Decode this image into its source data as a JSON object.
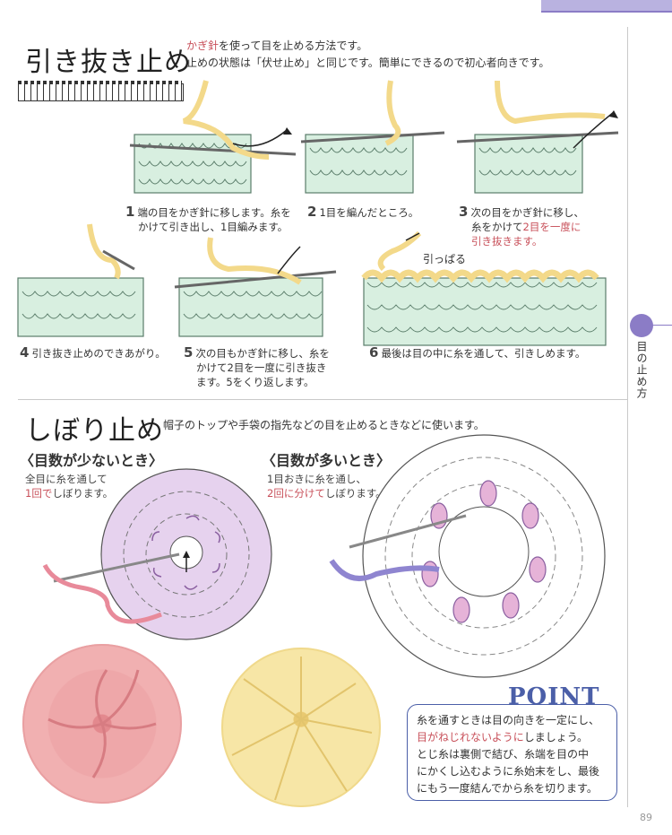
{
  "page_number": "89",
  "side_index": {
    "label": "目の止め方"
  },
  "section1": {
    "title": "引き抜き止め",
    "intro_accent": "かぎ針",
    "intro_line1_rest": "を使って目を止める方法です。",
    "intro_line2": "止めの状態は「伏せ止め」と同じです。簡単にできるので初心者向きです。",
    "steps": [
      {
        "num": "1",
        "lines": [
          "端の目をかぎ針に移します。糸を",
          "かけて引き出し、1目編みます。"
        ],
        "accent_lines": []
      },
      {
        "num": "2",
        "lines": [
          "1目を編んだところ。"
        ],
        "accent_lines": []
      },
      {
        "num": "3",
        "lines": [
          "次の目をかぎ針に移し、",
          "糸をかけて"
        ],
        "accent_inline": "2目を一度に",
        "accent_lines": [
          "引き抜きます。"
        ]
      },
      {
        "num": "4",
        "lines": [
          "引き抜き止めのできあがり。"
        ],
        "accent_lines": []
      },
      {
        "num": "5",
        "lines": [
          "次の目もかぎ針に移し、糸を",
          "かけて2目を一度に引き抜き",
          "ます。5をくり返します。"
        ],
        "accent_lines": []
      },
      {
        "num": "6",
        "lines": [
          "最後は目の中に糸を通して、引きしめます。"
        ],
        "accent_lines": []
      }
    ],
    "pull_label": "引っぱる"
  },
  "section2": {
    "title": "しぼり止め",
    "intro": "帽子のトップや手袋の指先などの目を止めるときなどに使います。",
    "few": {
      "heading": "〈目数が少ないとき〉",
      "line1": "全目に糸を通して",
      "line2_accent": "1回で",
      "line2_rest": "しぼります。"
    },
    "many": {
      "heading": "〈目数が多いとき〉",
      "line1": "1目おきに糸を通し、",
      "line2_accent": "2回に分けて",
      "line2_rest": "しぼります。"
    }
  },
  "point": {
    "title": "POINT",
    "line1": "糸を通すときは目の向きを一定にし、",
    "line2_accent": "目がねじれないように",
    "line2_rest": "しましょう。",
    "line3": "とじ糸は裏側で結び、糸端を目の中",
    "line4": "にかくし込むように糸始末をし、最後",
    "line5": "にもう一度結んでから糸を切ります。"
  },
  "colors": {
    "accent_text": "#c8505a",
    "yarn_yellow": "#f3d98a",
    "knit_mint": "#d8efe0",
    "lavender": "#e6d2ee",
    "pink_knit": "#eea7a9",
    "yellow_knit": "#f7e6a6",
    "point_blue": "#4b5fa8",
    "tab_purple": "#8b7cc6"
  }
}
